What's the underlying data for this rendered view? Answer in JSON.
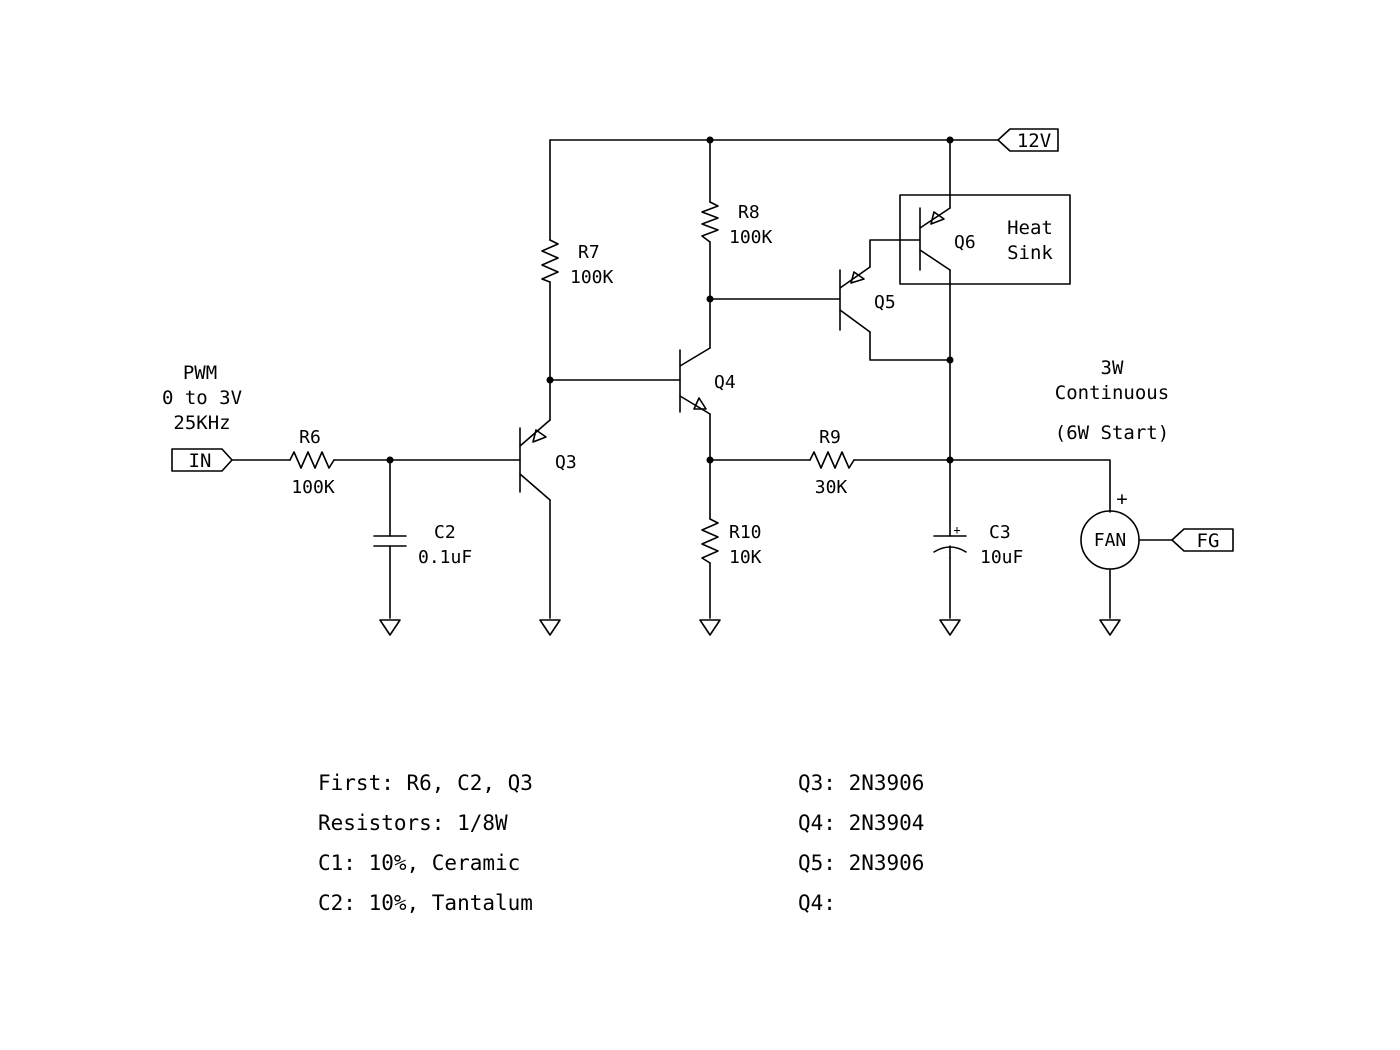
{
  "ports": {
    "in": "IN",
    "supply": "12V",
    "fg": "FG"
  },
  "annotations": {
    "pwm_line1": "PWM",
    "pwm_line2": "0 to 3V",
    "pwm_line3": "25KHz",
    "power_line1": "3W",
    "power_line2": "Continuous",
    "power_line3": "(6W Start)",
    "heatsink_line1": "Heat",
    "heatsink_line2": "Sink",
    "fan": "FAN",
    "fan_plus": "+",
    "c3_plus": "+"
  },
  "components": {
    "r6": {
      "name": "R6",
      "value": "100K"
    },
    "r7": {
      "name": "R7",
      "value": "100K"
    },
    "r8": {
      "name": "R8",
      "value": "100K"
    },
    "r9": {
      "name": "R9",
      "value": "30K"
    },
    "r10": {
      "name": "R10",
      "value": "10K"
    },
    "c2": {
      "name": "C2",
      "value": "0.1uF"
    },
    "c3": {
      "name": "C3",
      "value": "10uF"
    },
    "q3": {
      "name": "Q3"
    },
    "q4": {
      "name": "Q4"
    },
    "q5": {
      "name": "Q5"
    },
    "q6": {
      "name": "Q6"
    }
  },
  "notes": {
    "left": [
      "First: R6, C2, Q3",
      "Resistors: 1/8W",
      "C1: 10%, Ceramic",
      "C2: 10%, Tantalum"
    ],
    "right": [
      "Q3: 2N3906",
      "Q4: 2N3904",
      "Q5: 2N3906",
      "Q4:"
    ]
  }
}
